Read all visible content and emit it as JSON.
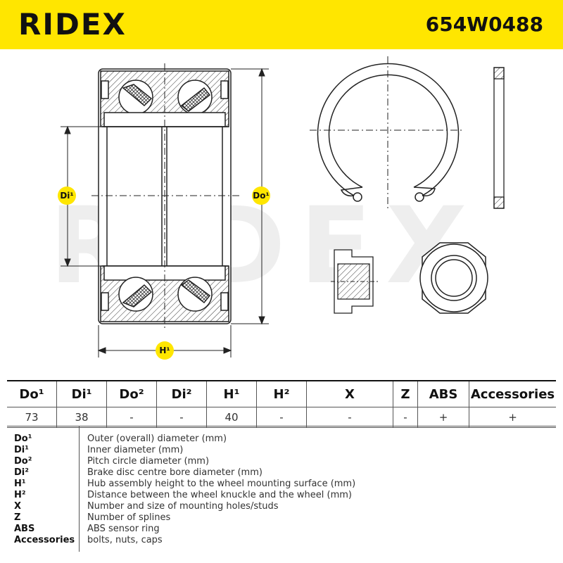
{
  "header": {
    "brand": "RIDEX",
    "part_number": "654W0488",
    "accent_color": "#ffe600"
  },
  "drawing": {
    "watermark": "RIDEX",
    "labels": {
      "di": "Di¹",
      "do": "Do¹",
      "h": "H¹"
    }
  },
  "table": {
    "headers": [
      "Do¹",
      "Di¹",
      "Do²",
      "Di²",
      "H¹",
      "H²",
      "X",
      "Z",
      "ABS",
      "Accessories"
    ],
    "values": [
      "73",
      "38",
      "-",
      "-",
      "40",
      "-",
      "-",
      "-",
      "+",
      "+"
    ]
  },
  "legend": [
    {
      "code": "Do¹",
      "desc": "Outer (overall) diameter (mm)"
    },
    {
      "code": "Di¹",
      "desc": "Inner diameter (mm)"
    },
    {
      "code": "Do²",
      "desc": "Pitch circle diameter (mm)"
    },
    {
      "code": "Di²",
      "desc": "Brake disc centre bore diameter (mm)"
    },
    {
      "code": "H¹",
      "desc": "Hub assembly height to the wheel mounting surface (mm)"
    },
    {
      "code": "H²",
      "desc": "Distance between the wheel knuckle and the wheel (mm)"
    },
    {
      "code": "X",
      "desc": "Number and size of mounting holes/studs"
    },
    {
      "code": "Z",
      "desc": "Number of splines"
    },
    {
      "code": "ABS",
      "desc": "ABS sensor ring"
    },
    {
      "code": "Accessories",
      "desc": "bolts, nuts, caps"
    }
  ]
}
